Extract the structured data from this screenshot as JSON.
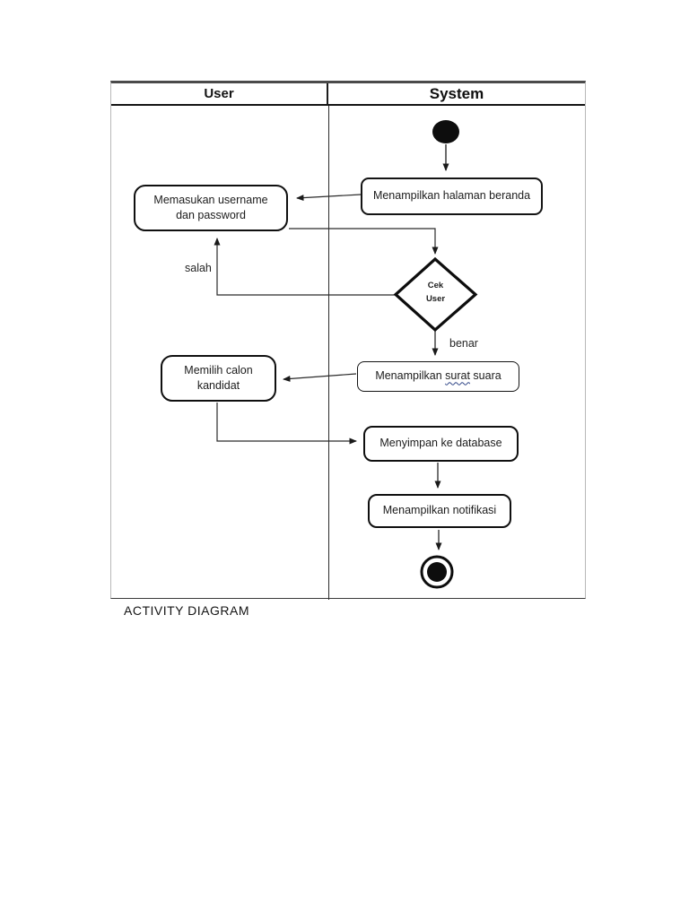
{
  "diagram": {
    "caption": "ACTIVITY DIAGRAM",
    "lanes": {
      "user": "User",
      "system": "System"
    },
    "nodes": {
      "beranda": "Menampilkan halaman beranda",
      "username": {
        "line1": "Memasukan username",
        "line2": "dan password"
      },
      "decision": {
        "line1": "Cek",
        "line2": "User"
      },
      "surat": {
        "prefix": "Menampilkan ",
        "word": "surat",
        "suffix": " suara"
      },
      "kandidat": {
        "line1": "Memilih calon",
        "line2": "kandidat"
      },
      "database": "Menyimpan ke database",
      "notifikasi": "Menampilkan notifikasi"
    },
    "edge_labels": {
      "salah": "salah",
      "benar": "benar"
    },
    "colors": {
      "ink": "#161616",
      "squiggle": "#2f4587",
      "lane_outer_border": "#b8b8b8"
    }
  }
}
